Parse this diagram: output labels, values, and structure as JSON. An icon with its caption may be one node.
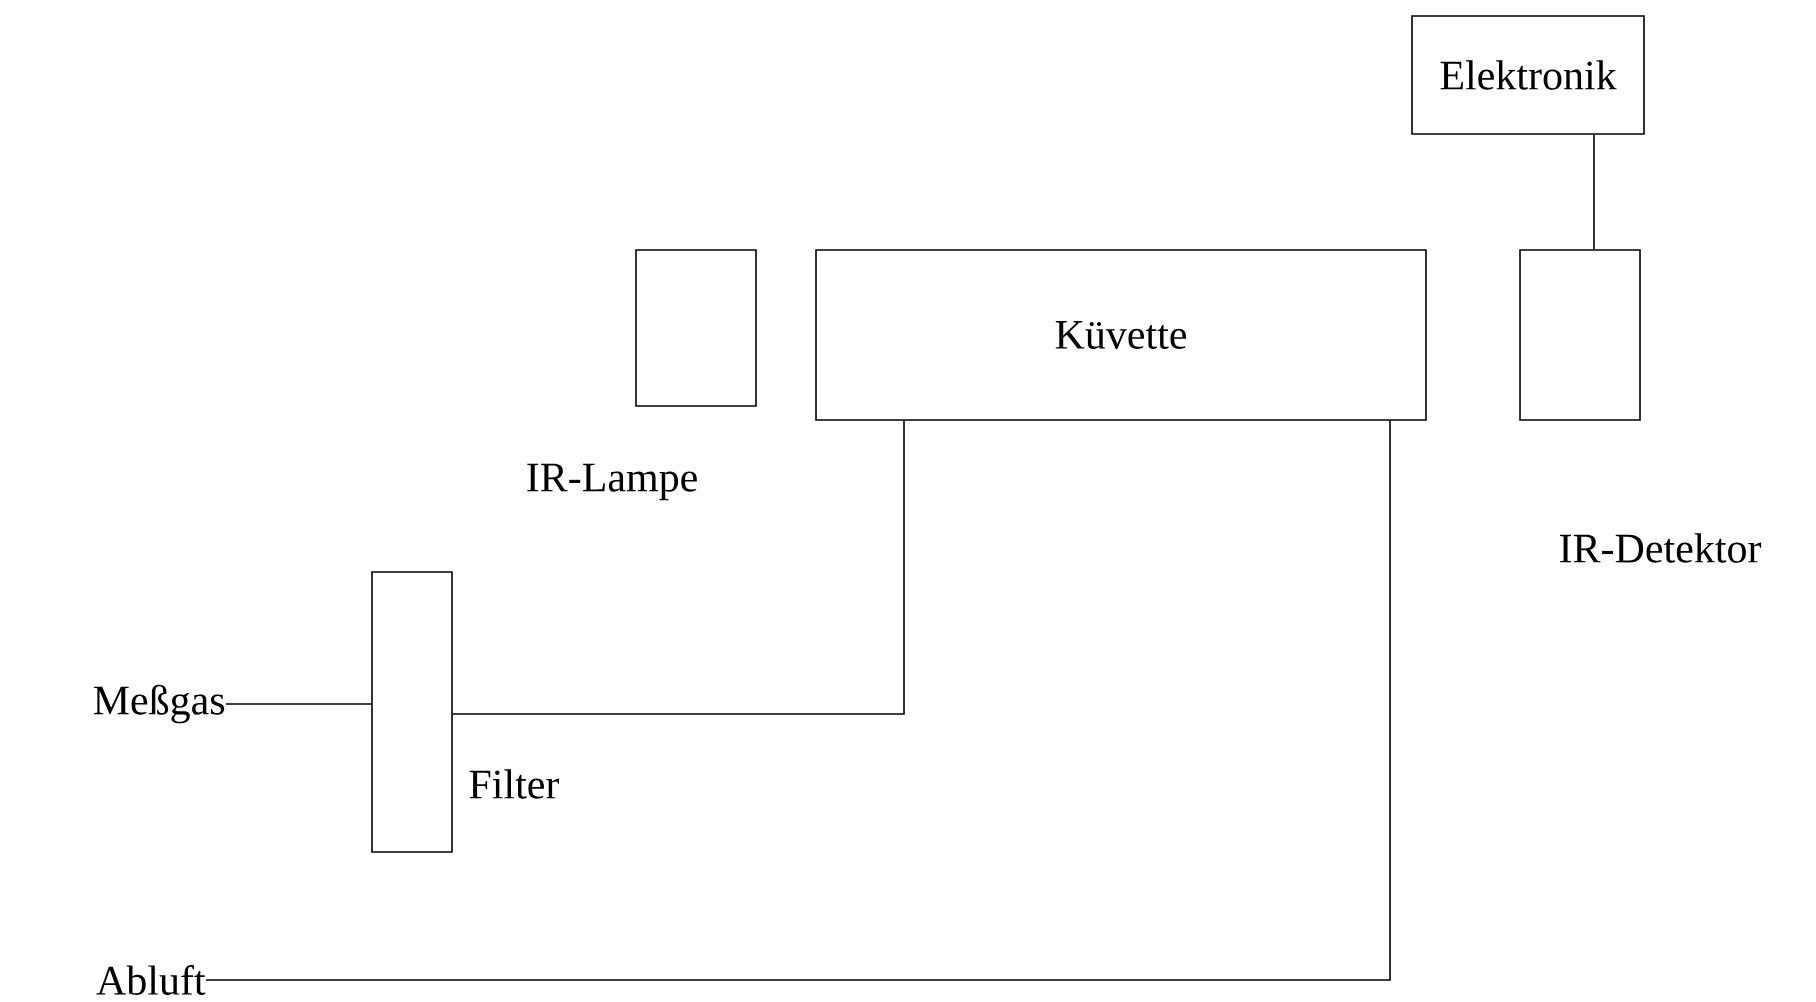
{
  "diagram": {
    "nodes": [
      {
        "text": [
          "Elektronik"
        ]
      },
      {
        "text": [
          "IR-Lampe"
        ]
      },
      {
        "text": [
          "Küvette"
        ]
      },
      {
        "text": [
          "IR-Detektor"
        ]
      },
      {
        "text": [
          "Filter"
        ]
      },
      {
        "text": [
          "Meßgas"
        ]
      },
      {
        "text": [
          "Abluft"
        ]
      }
    ],
    "edges": [
      {
        "from": 0,
        "to": 3,
        "arrow": "none"
      },
      {
        "from": 5,
        "to": 4,
        "arrow": "none"
      },
      {
        "from": 4,
        "to": 2,
        "arrow": "none"
      },
      {
        "from": 6,
        "to": 2,
        "arrow": "none"
      }
    ]
  }
}
